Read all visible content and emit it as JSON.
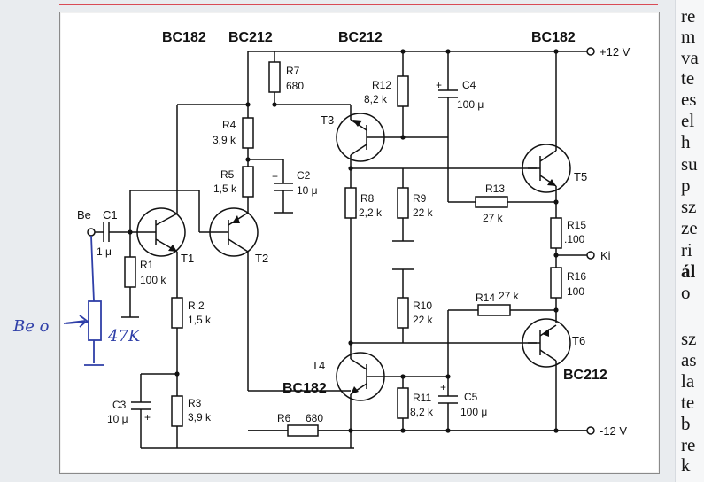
{
  "colors": {
    "paper": "#ffffff",
    "ink": "#111111",
    "hand_ink": "#2f3fa8",
    "accent": "#d94b55"
  },
  "labels": {
    "top_bc182_1": "BC182",
    "top_bc212_1": "BC212",
    "top_bc212_2": "BC212",
    "top_bc182_2": "BC182",
    "t1": "T1",
    "t2": "T2",
    "t3": "T3",
    "t4": "T4",
    "t5": "T5",
    "t6": "T6",
    "t4_type": "BC182",
    "t6_type": "BC212",
    "be": "Be",
    "ki": "Ki",
    "plus12": "+12 V",
    "minus12": "-12 V",
    "c1": "C1",
    "c1v": "1 μ",
    "c2": "C2",
    "c2v": "10 μ",
    "c3": "C3",
    "c3v": "10 μ",
    "c4": "C4",
    "c4v": "100 μ",
    "c5": "C5",
    "c5v": "100 μ",
    "r1": "R1",
    "r1v": "100 k",
    "r2": "R 2",
    "r2v": "1,5 k",
    "r3": "R3",
    "r3v": "3,9 k",
    "r4": "R4",
    "r4v": "3,9 k",
    "r5": "R5",
    "r5v": "1,5 k",
    "r6": "R6",
    "r6v": "680",
    "r7": "R7",
    "r7v": "680",
    "r8": "R8",
    "r8v": "2,2 k",
    "r9": "R9",
    "r9v": "22 k",
    "r10": "R10",
    "r10v": "22 k",
    "r11": "R11",
    "r11v": "8,2 k",
    "r12": "R12",
    "r12v": "8,2 k",
    "r13": "R13",
    "r13v": "27 k",
    "r14": "R14",
    "r14v": "27 k",
    "r15": "R15",
    "r15v": ".100",
    "r16": "R16",
    "r16v": "100",
    "hand_be": "Be o",
    "hand_pot": "47K"
  },
  "side_text": [
    {
      "text": "re",
      "bold": false
    },
    {
      "text": "m",
      "bold": false
    },
    {
      "text": "va",
      "bold": false
    },
    {
      "text": "te",
      "bold": false
    },
    {
      "text": "es",
      "bold": false
    },
    {
      "text": "el",
      "bold": false
    },
    {
      "text": "h",
      "bold": false
    },
    {
      "text": "su",
      "bold": false
    },
    {
      "text": "p",
      "bold": false
    },
    {
      "text": "sz",
      "bold": false
    },
    {
      "text": "ze",
      "bold": false
    },
    {
      "text": "ri",
      "bold": false
    },
    {
      "text": "ál",
      "bold": true
    },
    {
      "text": "o",
      "bold": false
    },
    {
      "text": "sz",
      "bold": false
    },
    {
      "text": "as",
      "bold": false
    },
    {
      "text": "la",
      "bold": false
    },
    {
      "text": "te",
      "bold": false
    },
    {
      "text": "b",
      "bold": false
    },
    {
      "text": "re",
      "bold": false
    },
    {
      "text": "k",
      "bold": false
    }
  ]
}
